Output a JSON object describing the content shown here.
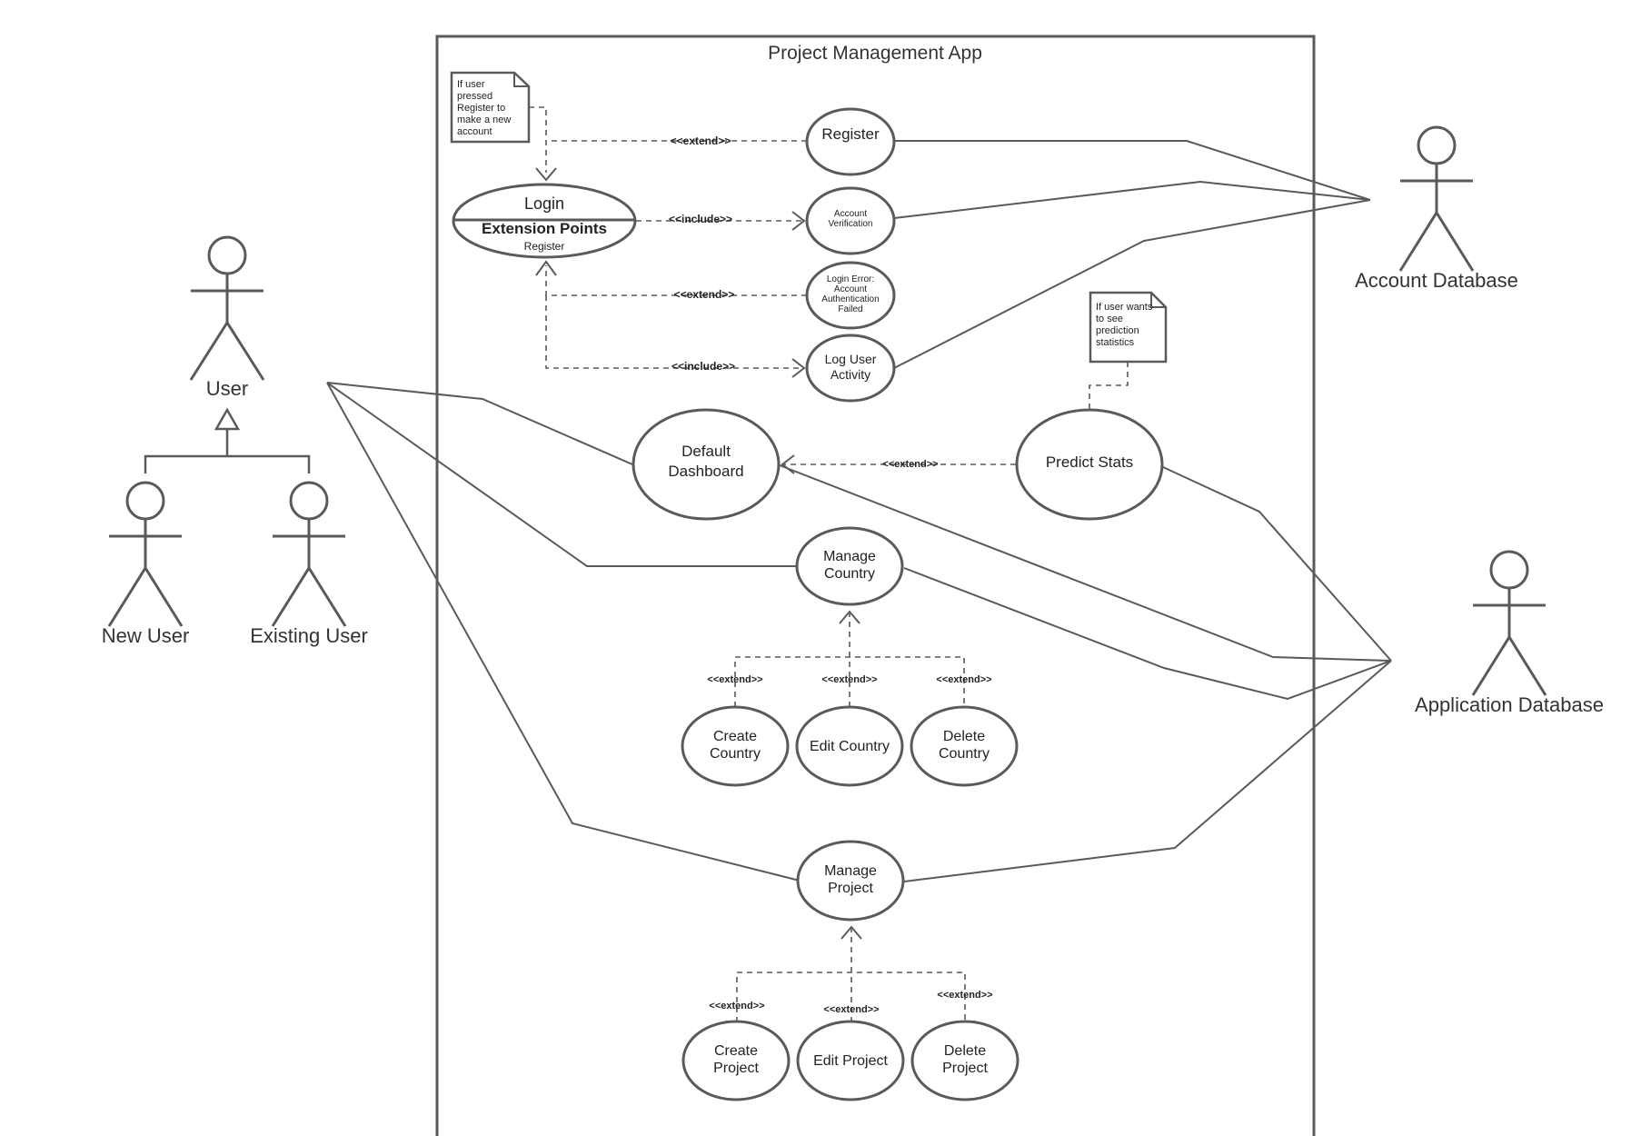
{
  "system": {
    "title": "Project Management App"
  },
  "actors": {
    "user": "User",
    "new_user": "New User",
    "existing_user": "Existing User",
    "account_database": "Account Database",
    "application_database": "Application Database"
  },
  "use_cases": {
    "register": "Register",
    "login": "Login",
    "extension_points_title": "Extension Points",
    "extension_points_item": "Register",
    "account_verification": [
      "Account",
      "Verification"
    ],
    "login_error": [
      "Login Error:",
      "Account",
      "Authentication",
      "Failed"
    ],
    "log_user_activity": [
      "Log User",
      "Activity"
    ],
    "default_dashboard": [
      "Default",
      "Dashboard"
    ],
    "predict_stats": "Predict Stats",
    "manage_country": [
      "Manage",
      "Country"
    ],
    "create_country": [
      "Create",
      "Country"
    ],
    "edit_country": "Edit Country",
    "delete_country": [
      "Delete",
      "Country"
    ],
    "manage_project": [
      "Manage",
      "Project"
    ],
    "create_project": [
      "Create",
      "Project"
    ],
    "edit_project": "Edit Project",
    "delete_project": [
      "Delete",
      "Project"
    ]
  },
  "stereotypes": {
    "extend": "<<extend>>",
    "include": "<<include>>"
  },
  "notes": {
    "register_note": [
      "If user",
      "pressed",
      "Register to",
      "make a new",
      "account"
    ],
    "predict_note": [
      "If user wants",
      "to see",
      "prediction",
      "statistics"
    ]
  },
  "colors": {
    "line": "#5a5a5a",
    "text": "#222222",
    "background": "#ffffff"
  }
}
